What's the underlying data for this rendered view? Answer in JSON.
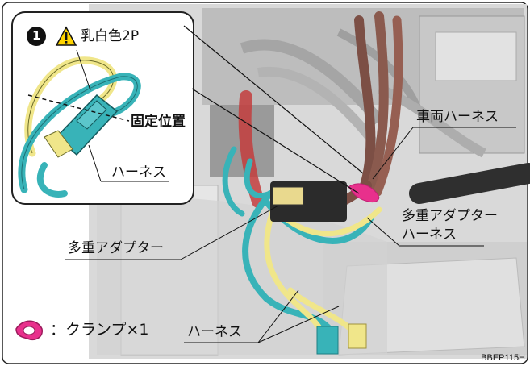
{
  "inset": {
    "step_number": "1",
    "connector_label": "乳白色2P",
    "fixing_position_label": "固定位置",
    "harness_label": "ハーネス"
  },
  "callouts": {
    "vehicle_harness": "車両ハーネス",
    "multi_adapter_harness_line1": "多重アダプター",
    "multi_adapter_harness_line2": "ハーネス",
    "multi_adapter": "多重アダプター",
    "harness": "ハーネス"
  },
  "legend": {
    "clamp_text": "：クランプ×1",
    "clamp_color": "#e8308c"
  },
  "figure_code": "BBEP115H",
  "colors": {
    "harness_cyan": "#38b3b8",
    "harness_yellow": "#f0e68a",
    "harness_brown": "#8a5a4e",
    "warning_yellow": "#ffd400"
  },
  "icons": [
    "warning-icon",
    "clamp-icon",
    "step-number-badge"
  ]
}
